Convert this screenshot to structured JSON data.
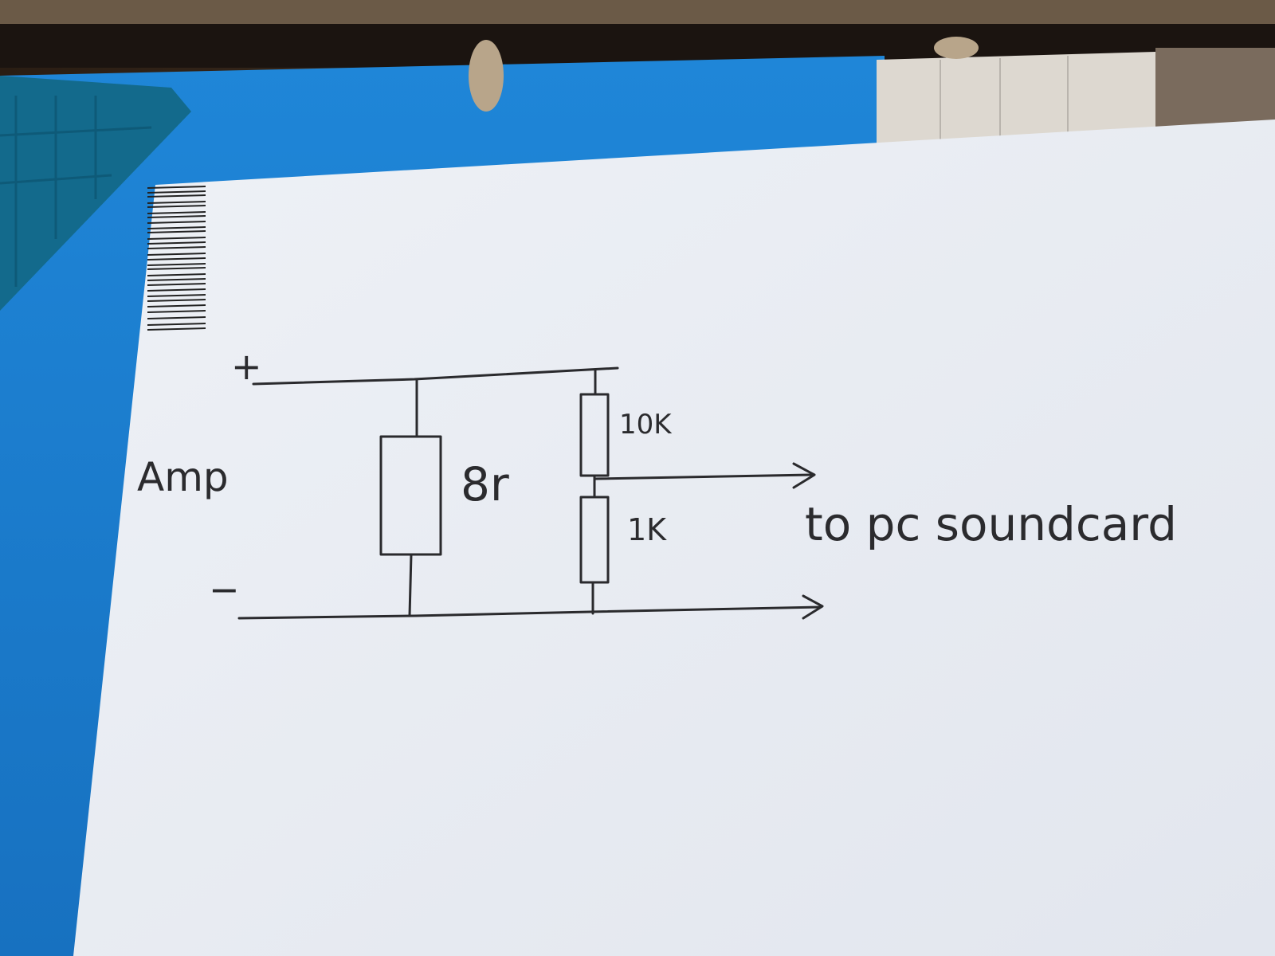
{
  "photo": {
    "colors": {
      "background_wood": "#3a2a1e",
      "folder_blue": "#1e7fd0",
      "paper": "#e9edf3",
      "ink": "#2a2a2d"
    }
  },
  "diagram": {
    "labels": {
      "plus": "+",
      "minus": "−",
      "source": "Amp",
      "load_resistor": "8r",
      "upper_divider_resistor": "10K",
      "lower_divider_resistor": "1K",
      "destination": "to pc soundcard"
    }
  }
}
